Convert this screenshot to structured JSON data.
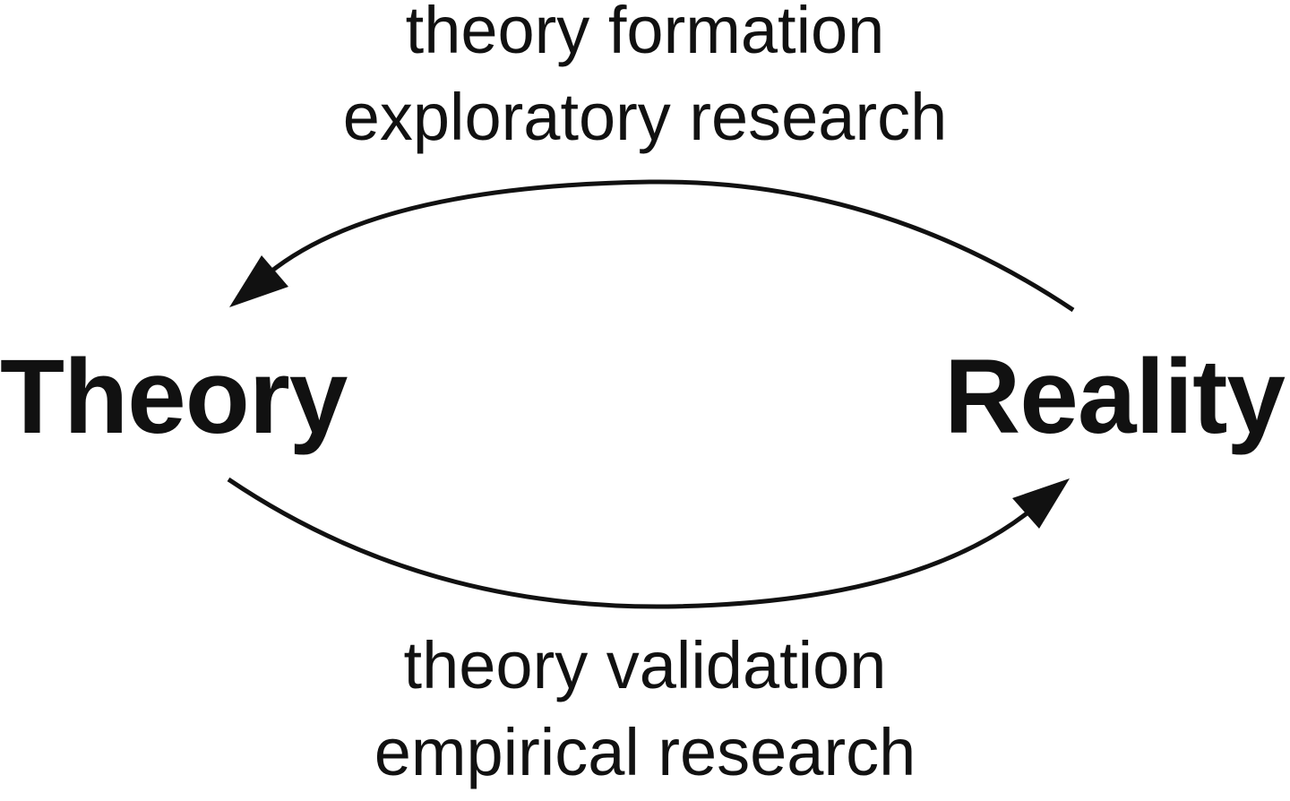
{
  "nodes": {
    "left": "Theory",
    "right": "Reality"
  },
  "edges": {
    "top": {
      "line1": "theory formation",
      "line2": "exploratory research"
    },
    "bottom": {
      "line1": "theory validation",
      "line2": "empirical research"
    }
  },
  "colors": {
    "ink": "#111111",
    "background": "#ffffff"
  }
}
